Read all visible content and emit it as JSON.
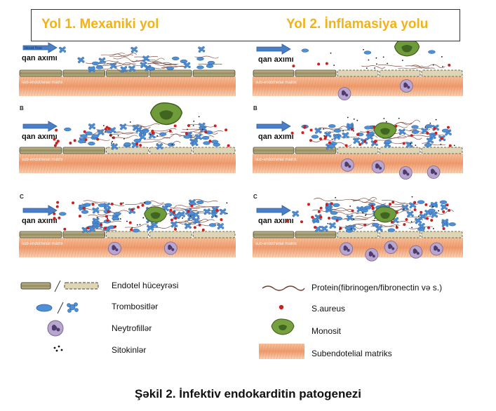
{
  "header": {
    "route1": "Yol 1. Mexaniki yol",
    "route2": "Yol 2. İnflamasiya yolu"
  },
  "panels": {
    "letters": [
      "B",
      "C"
    ],
    "flow_label": "qan axımı",
    "blood_flow_small": "blood flow",
    "matrix_small": "sub-endothelial matrix"
  },
  "legend": {
    "endothelial": "Endotel hüceyrəsi",
    "platelets": "Trombositlər",
    "neutrophils": "Neytrofillər",
    "cytokines": "Sitokinlər",
    "protein": "Protein(fibrinogen/fibronectin və s.)",
    "saureus": "S.aureus",
    "monocyte": "Monosit",
    "matrix": "Subendotelial matriks"
  },
  "caption": "Şəkil 2. İnfektiv endokarditin patogenezi",
  "colors": {
    "title": "#f3b215",
    "arrow": "#4a7ec7",
    "endothelium": "#9d9468",
    "matrix": "#f0a476",
    "platelet": "#4f8fd6",
    "saureus": "#cc1f1f",
    "monocyte": "#6f9b3a",
    "neutrophil": "#9b86b4"
  }
}
